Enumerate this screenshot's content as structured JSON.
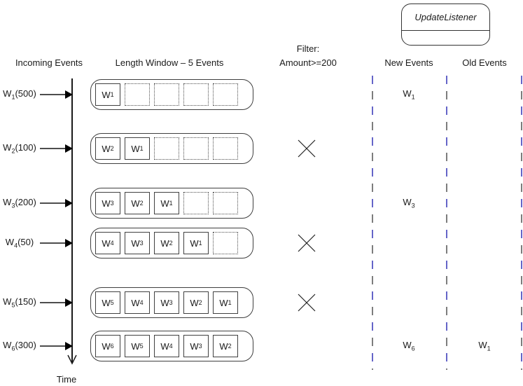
{
  "listener": {
    "title": "UpdateListener"
  },
  "headers": {
    "incoming": "Incoming Events",
    "window": "Length Window – 5 Events",
    "filter_line1": "Filter:",
    "filter_line2": "Amount>=200",
    "new_events": "New Events",
    "old_events": "Old Events"
  },
  "timeline": {
    "label": "Time"
  },
  "colors": {
    "dash_blue": "#6565c8",
    "dash_gray": "#7d7d7d",
    "line": "#1a1a1a"
  },
  "window_capacity": 5,
  "rows": [
    {
      "incoming": {
        "base": "W",
        "sub": "1",
        "amount": "(500)"
      },
      "window": [
        {
          "base": "W",
          "sub": "1"
        },
        null,
        null,
        null,
        null
      ],
      "filter_rejected": false,
      "new_event": {
        "base": "W",
        "sub": "1"
      },
      "old_event": null
    },
    {
      "incoming": {
        "base": "W",
        "sub": "2",
        "amount": "(100)"
      },
      "window": [
        {
          "base": "W",
          "sub": "2"
        },
        {
          "base": "W",
          "sub": "1"
        },
        null,
        null,
        null
      ],
      "filter_rejected": true,
      "new_event": null,
      "old_event": null
    },
    {
      "incoming": {
        "base": "W",
        "sub": "3",
        "amount": "(200)"
      },
      "window": [
        {
          "base": "W",
          "sub": "3"
        },
        {
          "base": "W",
          "sub": "2"
        },
        {
          "base": "W",
          "sub": "1"
        },
        null,
        null
      ],
      "filter_rejected": false,
      "new_event": {
        "base": "W",
        "sub": "3"
      },
      "old_event": null
    },
    {
      "incoming": {
        "base": "W",
        "sub": "4",
        "amount": "(50)"
      },
      "window": [
        {
          "base": "W",
          "sub": "4"
        },
        {
          "base": "W",
          "sub": "3"
        },
        {
          "base": "W",
          "sub": "2"
        },
        {
          "base": "W",
          "sub": "1"
        },
        null
      ],
      "filter_rejected": true,
      "new_event": null,
      "old_event": null
    },
    {
      "incoming": {
        "base": "W",
        "sub": "5",
        "amount": "(150)"
      },
      "window": [
        {
          "base": "W",
          "sub": "5"
        },
        {
          "base": "W",
          "sub": "4"
        },
        {
          "base": "W",
          "sub": "3"
        },
        {
          "base": "W",
          "sub": "2"
        },
        {
          "base": "W",
          "sub": "1"
        }
      ],
      "filter_rejected": true,
      "new_event": null,
      "old_event": null
    },
    {
      "incoming": {
        "base": "W",
        "sub": "6",
        "amount": "(300)"
      },
      "window": [
        {
          "base": "W",
          "sub": "6"
        },
        {
          "base": "W",
          "sub": "5"
        },
        {
          "base": "W",
          "sub": "4"
        },
        {
          "base": "W",
          "sub": "3"
        },
        {
          "base": "W",
          "sub": "2"
        }
      ],
      "filter_rejected": false,
      "new_event": {
        "base": "W",
        "sub": "6"
      },
      "old_event": {
        "base": "W",
        "sub": "1"
      }
    }
  ]
}
